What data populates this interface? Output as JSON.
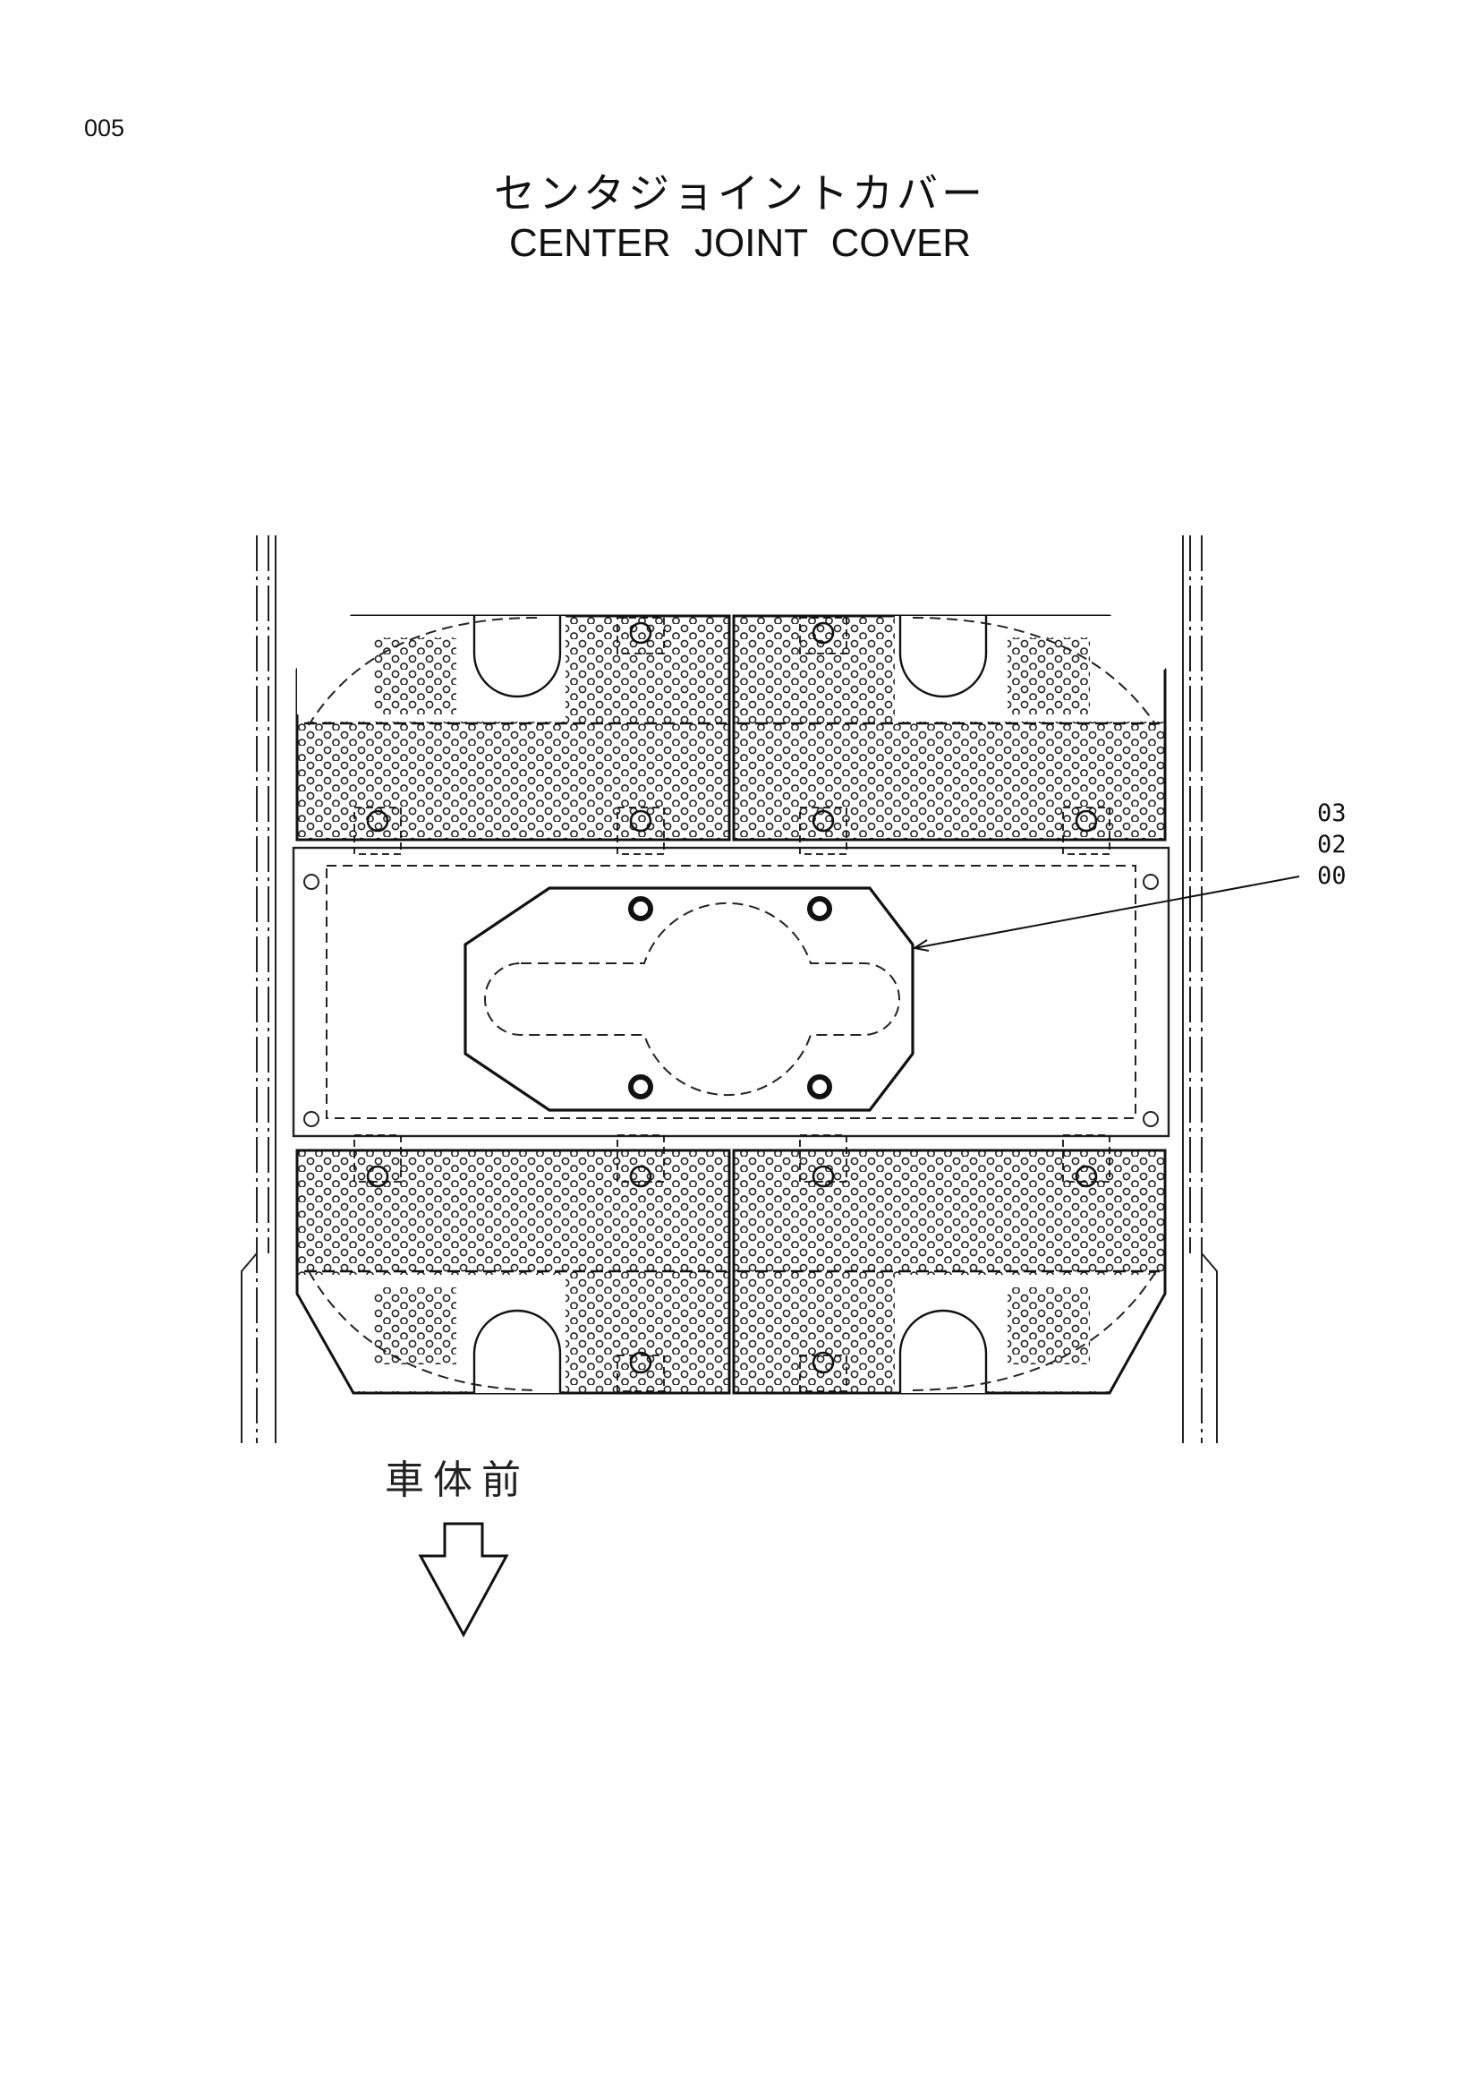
{
  "page": {
    "number": "005"
  },
  "title": {
    "japanese": "センタジョイントカバー",
    "english": "CENTER JOINT COVER"
  },
  "callout": {
    "part_refs": [
      "03",
      "02",
      "00"
    ]
  },
  "direction": {
    "label": "車体前",
    "icon": "down-arrow-icon"
  }
}
